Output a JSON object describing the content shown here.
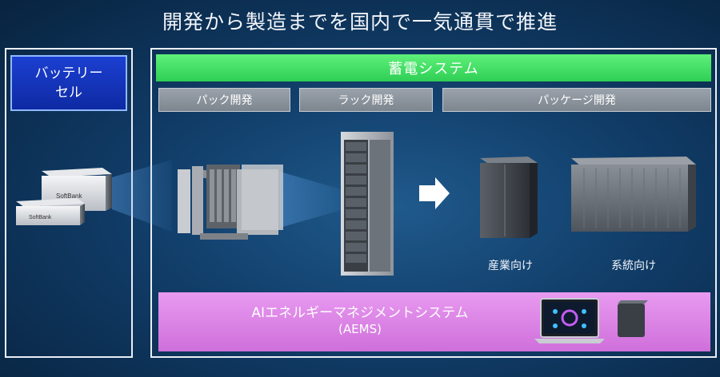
{
  "header": {
    "title": "開発から製造までを国内で一気通貫で推進"
  },
  "battery_cell": {
    "line1": "バッテリー",
    "line2": "セル",
    "brand": "SoftBank"
  },
  "ess": {
    "label": "蓄電システム"
  },
  "development": {
    "pack": "パック開発",
    "rack": "ラック開発",
    "package": "パッケージ開発"
  },
  "products": {
    "industrial_label": "産業向け",
    "grid_label": "系統向け"
  },
  "aems": {
    "line1": "AIエネルギーマネジメントシステム",
    "line2": "(AEMS)"
  }
}
